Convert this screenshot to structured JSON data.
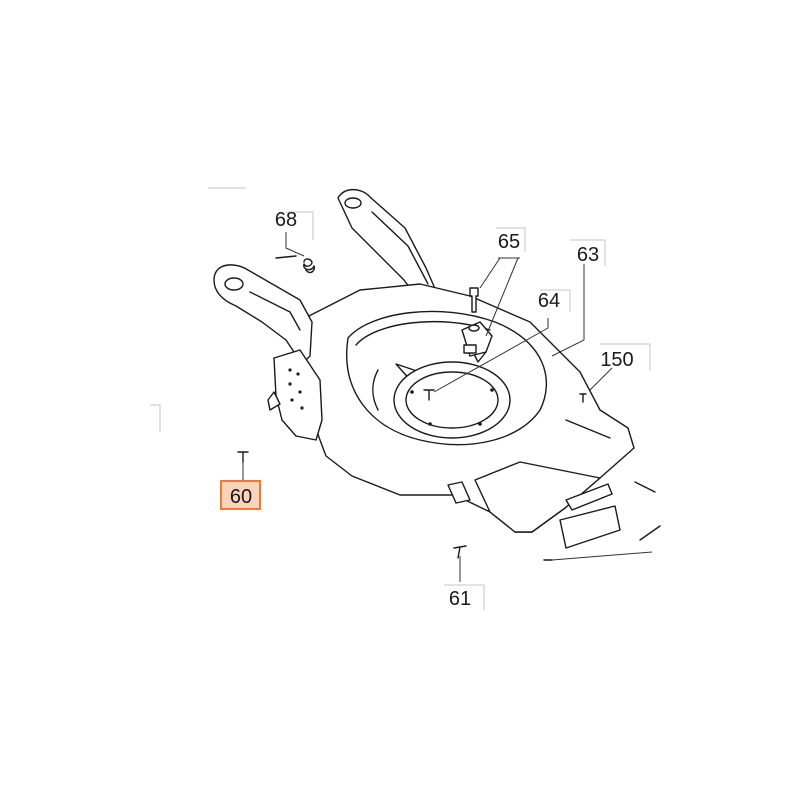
{
  "diagram": {
    "labels": {
      "p60": "60",
      "p61": "61",
      "p63": "63",
      "p64": "64",
      "p65": "65",
      "p68": "68",
      "p150": "150"
    },
    "highlighted_part": "60",
    "colors": {
      "line": "#1a1a1a",
      "leader": "#333333",
      "bracket": "#bdbdbd",
      "highlight_fill": "#fbd3b8",
      "highlight_border": "#f07a33"
    }
  }
}
